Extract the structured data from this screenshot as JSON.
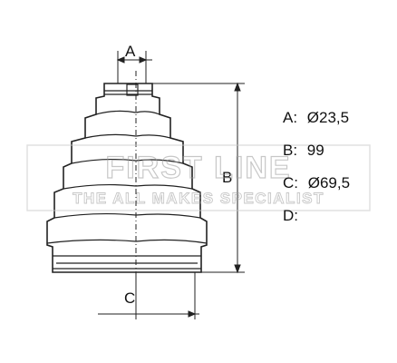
{
  "labels": {
    "dim_a": "A",
    "dim_b": "B",
    "dim_c": "C"
  },
  "specs": [
    {
      "key": "A:",
      "value": "Ø23,5"
    },
    {
      "key": "B:",
      "value": "99"
    },
    {
      "key": "C:",
      "value": "Ø69,5"
    },
    {
      "key": "D:",
      "value": ""
    }
  ],
  "watermark": {
    "line1": "FIRST LINE",
    "line2": "THE ALL MAKES SPECIALIST"
  },
  "colors": {
    "line": "#222222",
    "watermark": "#c8c8c8"
  }
}
